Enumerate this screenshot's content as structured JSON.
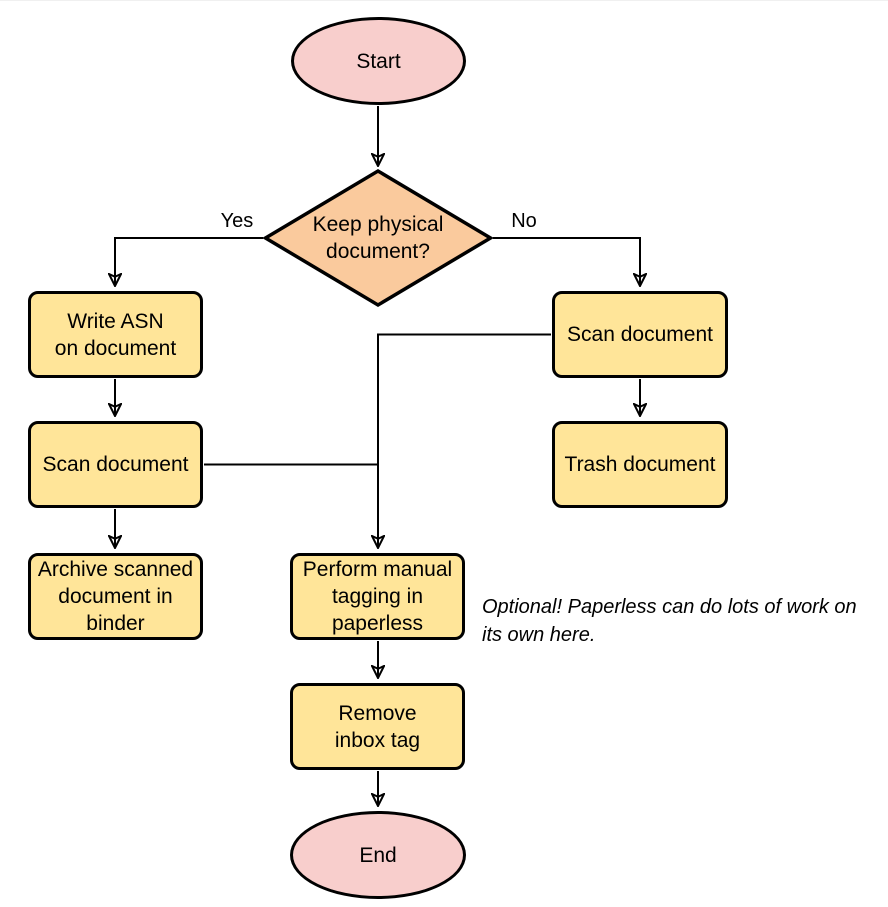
{
  "flowchart": {
    "nodes": {
      "start": {
        "label": "Start"
      },
      "decision": {
        "label": "Keep physical\ndocument?"
      },
      "write_asn": {
        "label": "Write ASN\non document"
      },
      "scan_left": {
        "label": "Scan document"
      },
      "archive": {
        "label": "Archive scanned\ndocument in\nbinder"
      },
      "scan_right": {
        "label": "Scan document"
      },
      "trash": {
        "label": "Trash document"
      },
      "tagging": {
        "label": "Perform manual\ntagging in\npaperless"
      },
      "remove_inbox": {
        "label": "Remove\ninbox tag"
      },
      "end": {
        "label": "End"
      }
    },
    "edge_labels": {
      "yes": "Yes",
      "no": "No"
    },
    "annotation": "Optional! Paperless can do lots of work on\nits own here.",
    "colors": {
      "terminal_fill": "#F8CECC",
      "decision_fill": "#FACA9D",
      "process_fill": "#FFE599",
      "stroke": "#000000"
    }
  }
}
